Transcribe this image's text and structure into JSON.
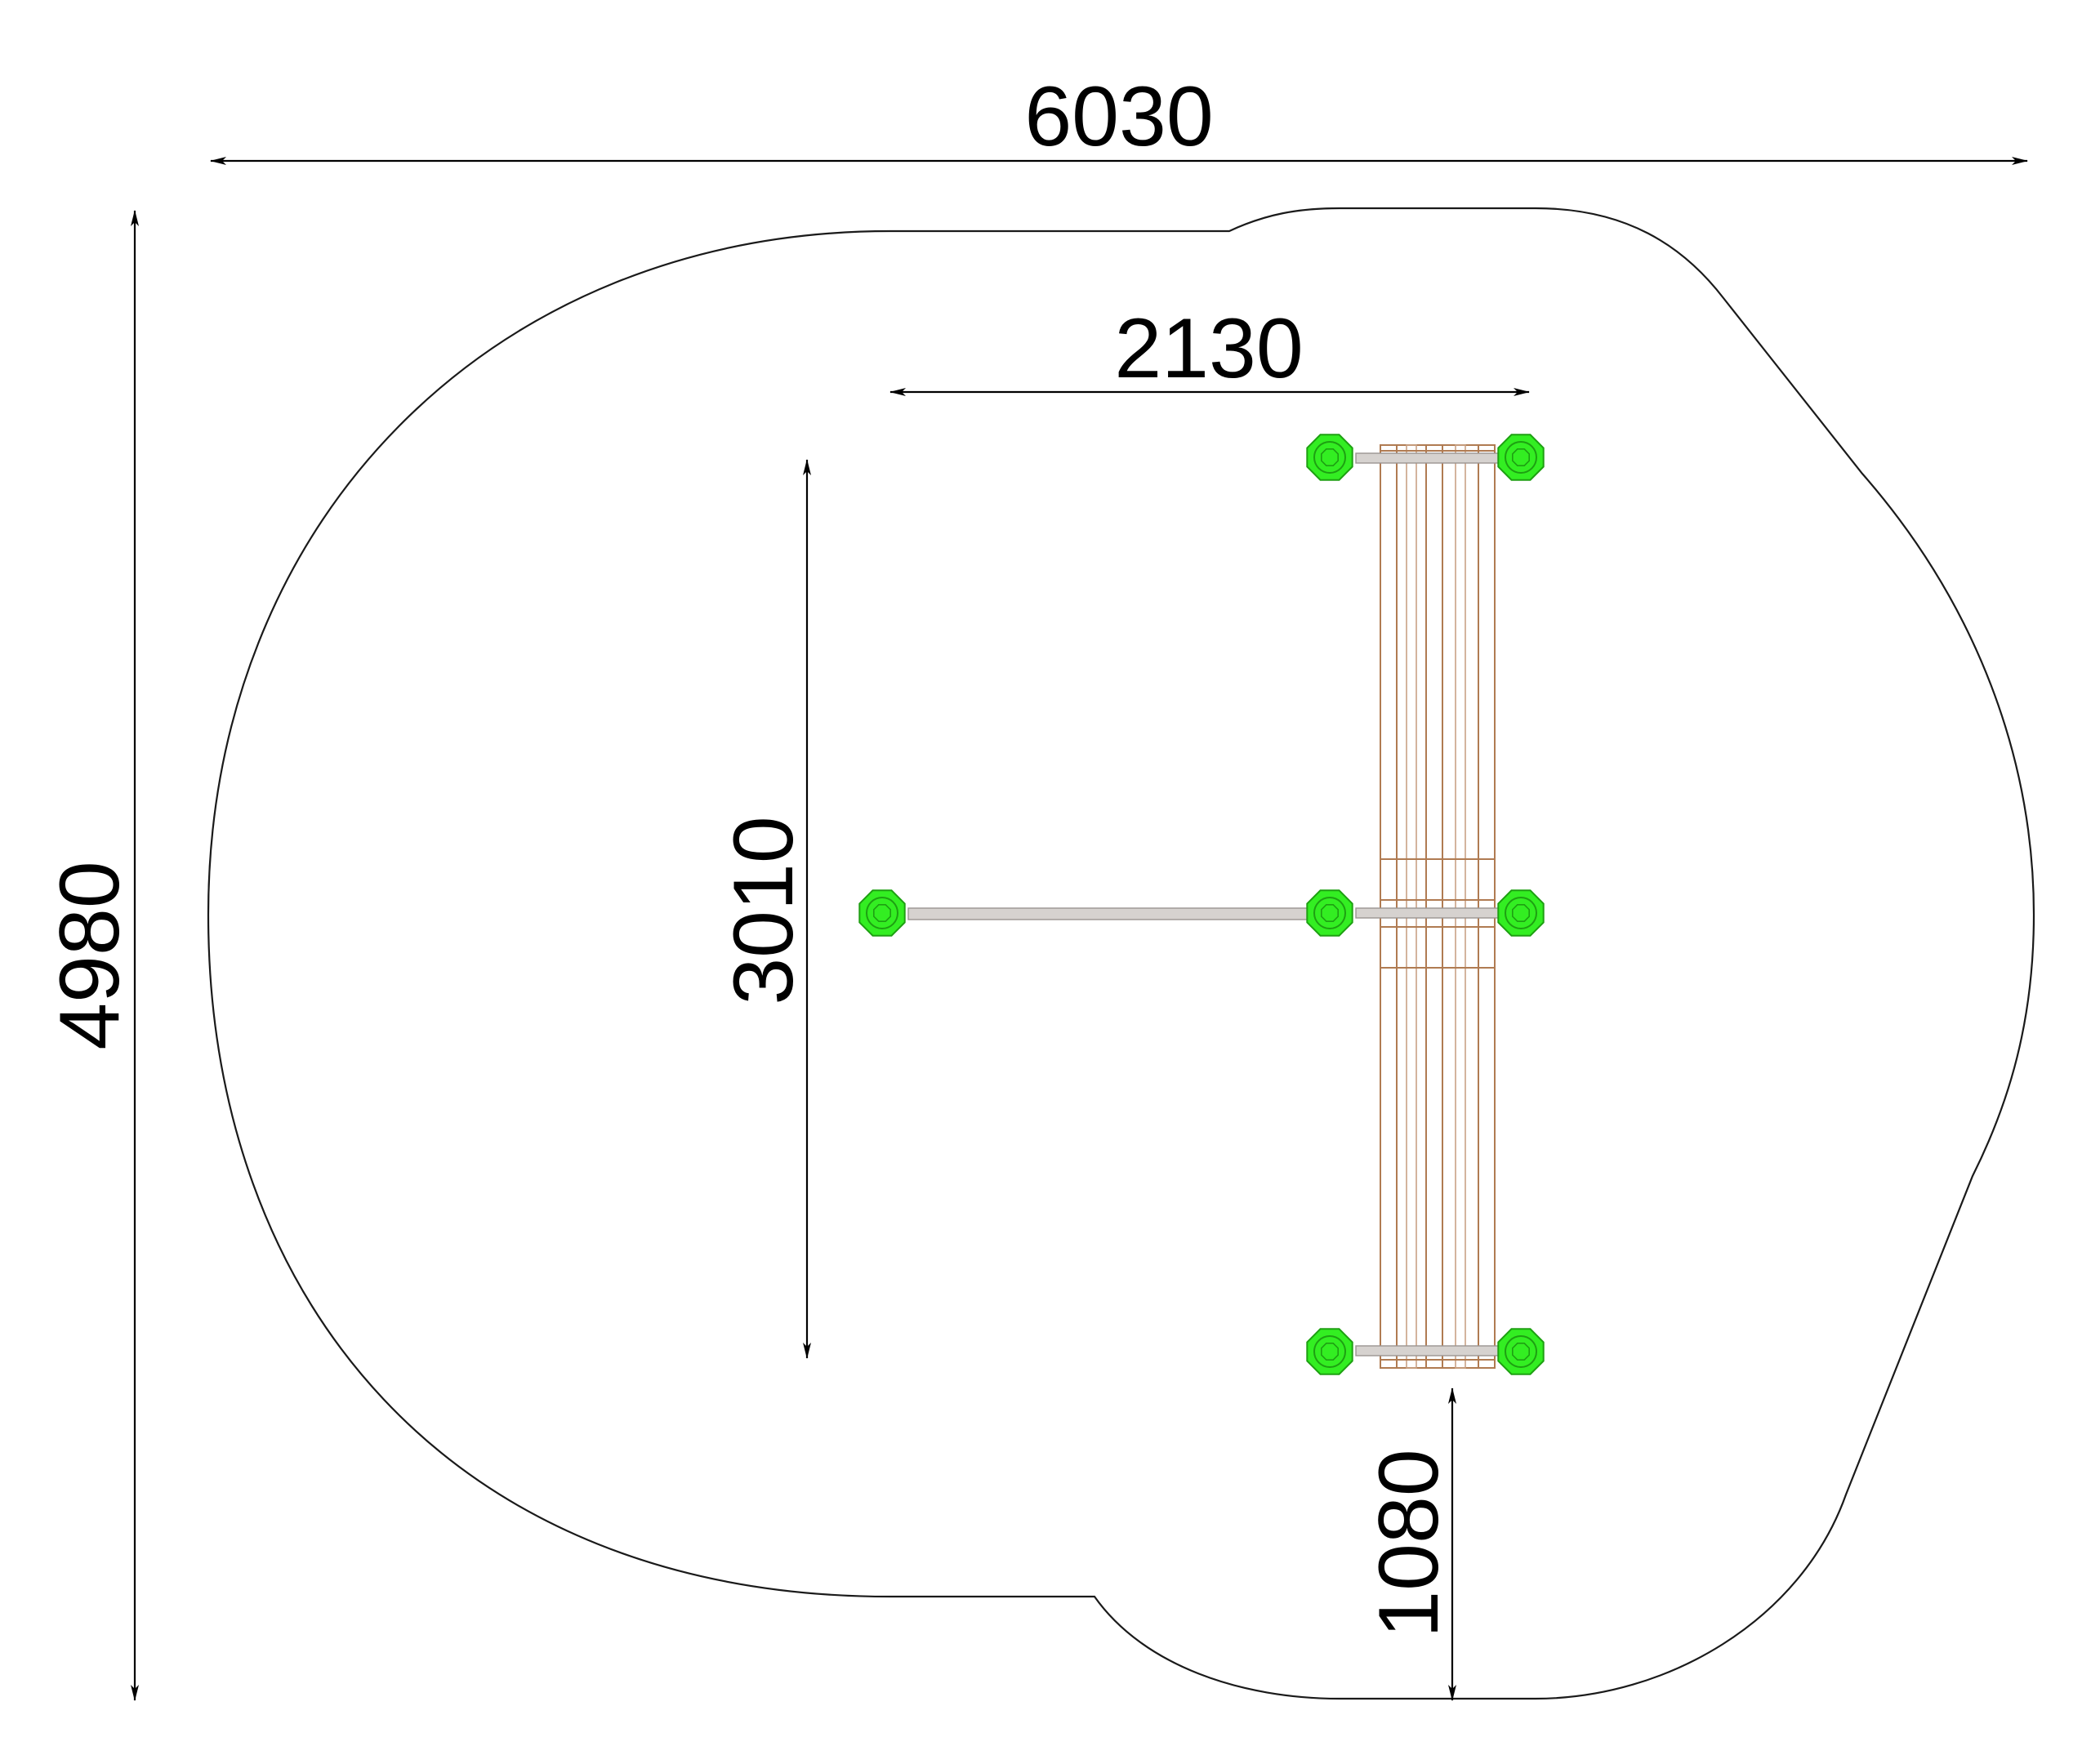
{
  "diagram": {
    "dimensions": {
      "overall_width": "6030",
      "overall_depth": "4980",
      "equipment_width": "2130",
      "equipment_depth": "3010",
      "edge_clearance": "1080"
    },
    "colors": {
      "outline": "#1a1a1a",
      "post_fill": "#33ee22",
      "post_stroke": "#1ea012",
      "beam": "#b07b52",
      "bar": "#d6d2cf"
    },
    "icons": {
      "post": "octagonal-post-icon"
    }
  }
}
